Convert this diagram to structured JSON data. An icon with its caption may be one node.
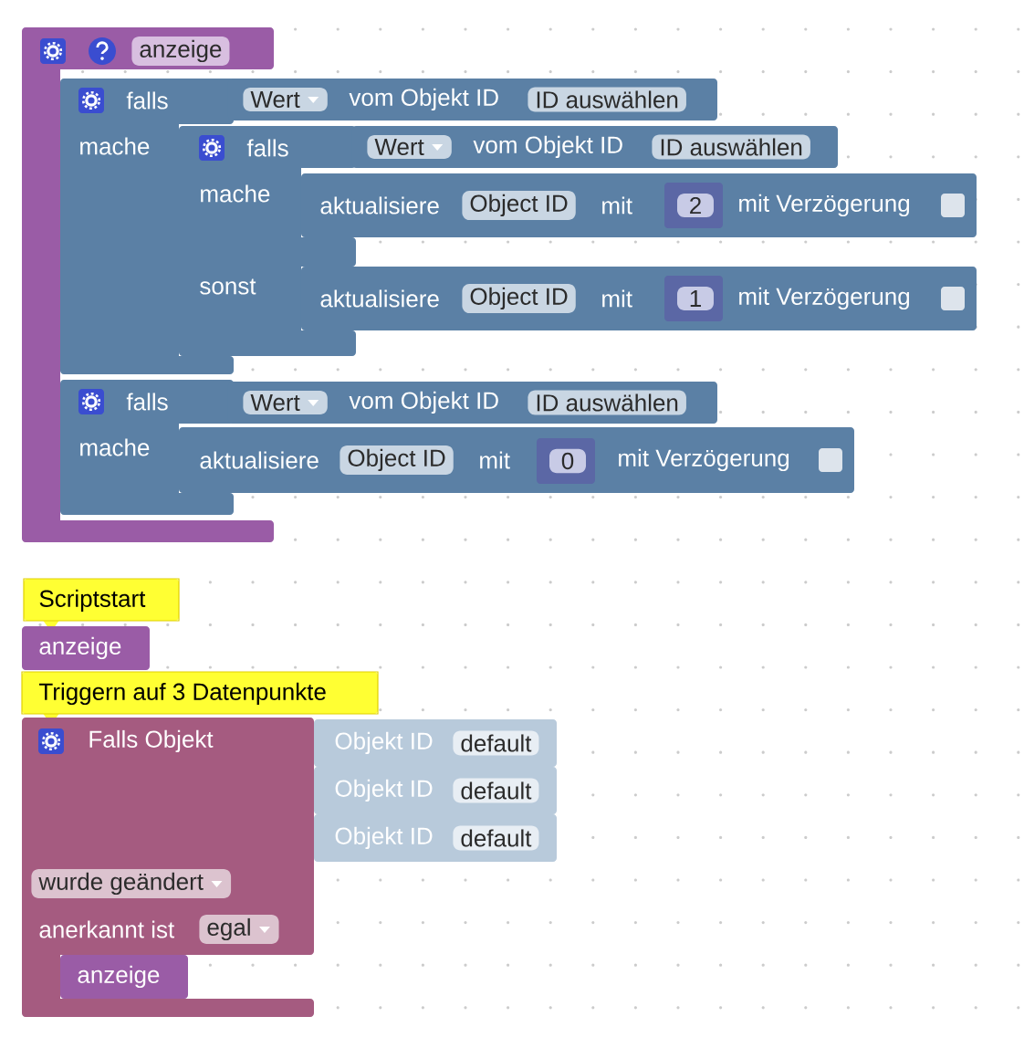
{
  "diagram": {
    "nodes": [
      {
        "text": [
          "anzeige"
        ]
      },
      {
        "text": [
          "falls",
          "mache"
        ],
        "in": 0
      },
      {
        "text": [
          "Wert",
          "vom Objekt ID",
          "ID auswählen"
        ]
      },
      {
        "text": [
          "falls",
          "mache",
          "sonst"
        ]
      },
      {
        "text": [
          "Wert",
          "vom Objekt ID",
          "ID auswählen"
        ]
      },
      {
        "text": [
          "aktualisiere",
          "Object ID",
          "mit",
          "mit Verzögerung"
        ]
      },
      {
        "text": [
          "2"
        ],
        "in": 5
      },
      {
        "text": [
          "aktualisiere",
          "Object ID",
          "mit",
          "mit Verzögerung"
        ]
      },
      {
        "text": [
          "1"
        ],
        "in": 7
      },
      {
        "text": [
          "falls",
          "mache"
        ],
        "in": 0
      },
      {
        "text": [
          "Wert",
          "vom Objekt ID",
          "ID auswählen"
        ]
      },
      {
        "text": [
          "aktualisiere",
          "Object ID",
          "mit",
          "mit Verzögerung"
        ]
      },
      {
        "text": [
          "0"
        ],
        "in": 11
      },
      {
        "text": [
          "Scriptstart"
        ]
      },
      {
        "text": [
          "anzeige"
        ]
      },
      {
        "text": [
          "Triggern auf 3 Datenpunkte"
        ]
      },
      {
        "text": [
          "Falls Objekt",
          "wurde geändert",
          "anerkannt ist",
          "egal"
        ]
      },
      {
        "text": [
          "Objekt ID",
          "default"
        ]
      },
      {
        "text": [
          "Objekt ID",
          "default"
        ]
      },
      {
        "text": [
          "Objekt ID",
          "default"
        ]
      },
      {
        "text": [
          "anzeige"
        ],
        "in": 16
      }
    ]
  }
}
